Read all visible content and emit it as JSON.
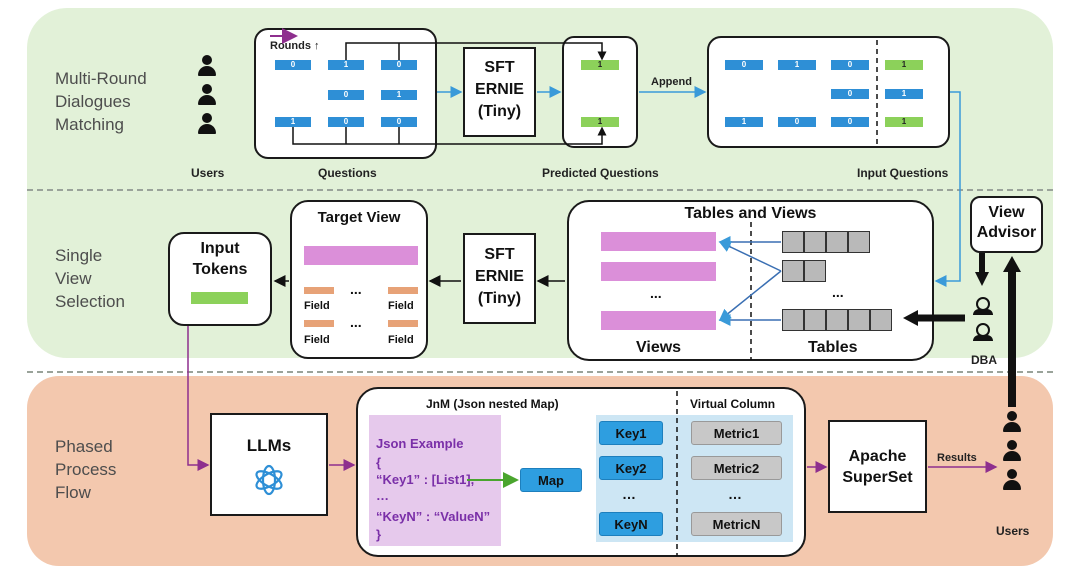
{
  "sections": {
    "top": "Multi-Round\nDialogues\nMatching",
    "middle": "Single\nView\nSelection",
    "bottom": "Phased\nProcess\nFlow"
  },
  "top_row": {
    "users_caption": "Users",
    "rounds_label": "Rounds ↑",
    "questions_caption": "Questions",
    "questions_grid": [
      [
        "0",
        "1",
        "0"
      ],
      [
        "",
        "0",
        "1"
      ],
      [
        "1",
        "0",
        "0"
      ]
    ],
    "sft_model": "SFT\nERNIE\n(Tiny)",
    "predicted": [
      "1",
      "1"
    ],
    "predicted_caption": "Predicted Questions",
    "append_label": "Append",
    "input_grid": [
      [
        "0",
        "1",
        "0",
        "1"
      ],
      [
        "",
        "",
        "0",
        "1"
      ],
      [
        "1",
        "0",
        "0",
        "1"
      ]
    ],
    "input_caption": "Input Questions"
  },
  "middle_row": {
    "input_tokens": "Input\nTokens",
    "target_view": "Target View",
    "field": "Field",
    "dots": "...",
    "sft_model": "SFT\nERNIE\n(Tiny)",
    "tables_and_views": "Tables and Views",
    "views": "Views",
    "tables": "Tables",
    "view_advisor": "View\nAdvisor",
    "dba": "DBA"
  },
  "bottom_row": {
    "llms": "LLMs",
    "jnm_title": "JnM (Json nested Map)",
    "virtual_column": "Virtual Column",
    "json_lines": [
      "Json Example",
      "{",
      "“Key1” : [List1],",
      "…",
      "“KeyN” : “ValueN”",
      "}"
    ],
    "map_label": "Map",
    "keys": [
      "Key1",
      "Key2",
      "…",
      "KeyN"
    ],
    "metrics": [
      "Metric1",
      "Metric2",
      "…",
      "MetricN"
    ],
    "superset": "Apache\nSuperSet",
    "results": "Results",
    "users_caption": "Users"
  },
  "colors": {
    "top_band": "#e2f1d8",
    "bottom_band": "#f3c8ae",
    "blue_token": "#2e8fd6",
    "green_token": "#8cd15a",
    "view_bar": "#db8fd9",
    "field_bar": "#e7a277",
    "arrow_blue": "#3a9ad9",
    "arrow_purple": "#8e2f8e",
    "arrow_green": "#4aa52e",
    "jnm_purple_panel": "#e6c9ec",
    "jnm_blue_panel": "#cde6f4"
  }
}
